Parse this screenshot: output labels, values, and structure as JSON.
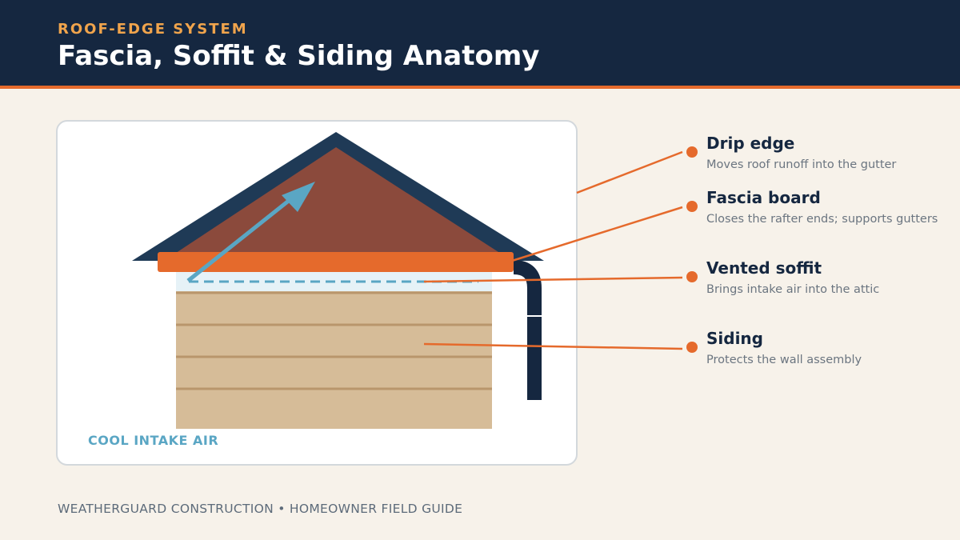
{
  "header": {
    "eyebrow": "ROOF-EDGE SYSTEM",
    "title": "Fascia, Soffit & Siding Anatomy"
  },
  "diagram": {
    "intake_label": "COOL INTAKE AIR"
  },
  "callouts": [
    {
      "title": "Drip edge",
      "description": "Moves roof runoff into the gutter"
    },
    {
      "title": "Fascia board",
      "description": "Closes the rafter ends; supports gutters"
    },
    {
      "title": "Vented soffit",
      "description": "Brings intake air into the attic"
    },
    {
      "title": "Siding",
      "description": "Protects the wall assembly"
    }
  ],
  "footer": {
    "text": "WEATHERGUARD CONSTRUCTION • HOMEOWNER FIELD GUIDE"
  },
  "colors": {
    "navy": "#152740",
    "accent_orange": "#e56a2c",
    "eyebrow_gold": "#f0a44c",
    "roof": "#8b4a3c",
    "siding": "#d6bc98",
    "air_blue": "#5aa6c4",
    "background": "#f7f2ea"
  }
}
